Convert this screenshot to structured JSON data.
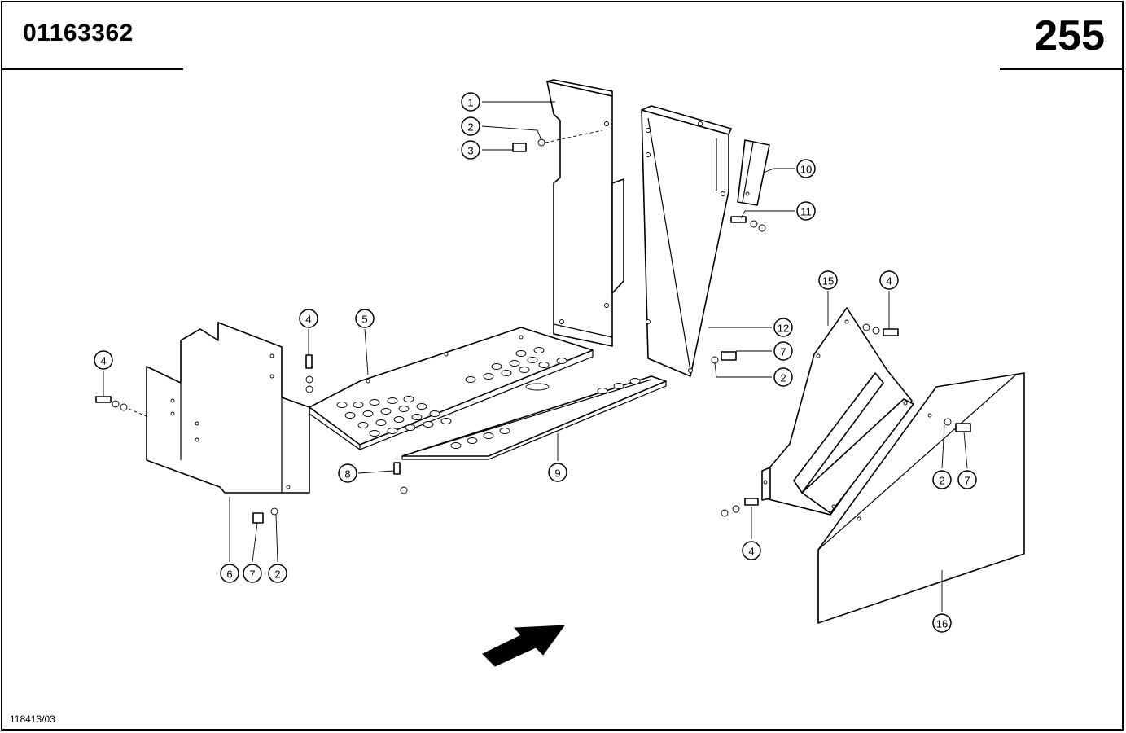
{
  "header": {
    "part_number": "01163362",
    "page_number": "255"
  },
  "footer": {
    "drawing_code": "118413/03"
  },
  "callouts": [
    "1",
    "2",
    "3",
    "2",
    "7",
    "10",
    "11",
    "12",
    "15",
    "4",
    "4",
    "5",
    "4",
    "8",
    "9",
    "6",
    "7",
    "2",
    "2",
    "7",
    "4",
    "16"
  ],
  "icons": {
    "direction_arrow": "travel-direction-arrow-icon"
  }
}
